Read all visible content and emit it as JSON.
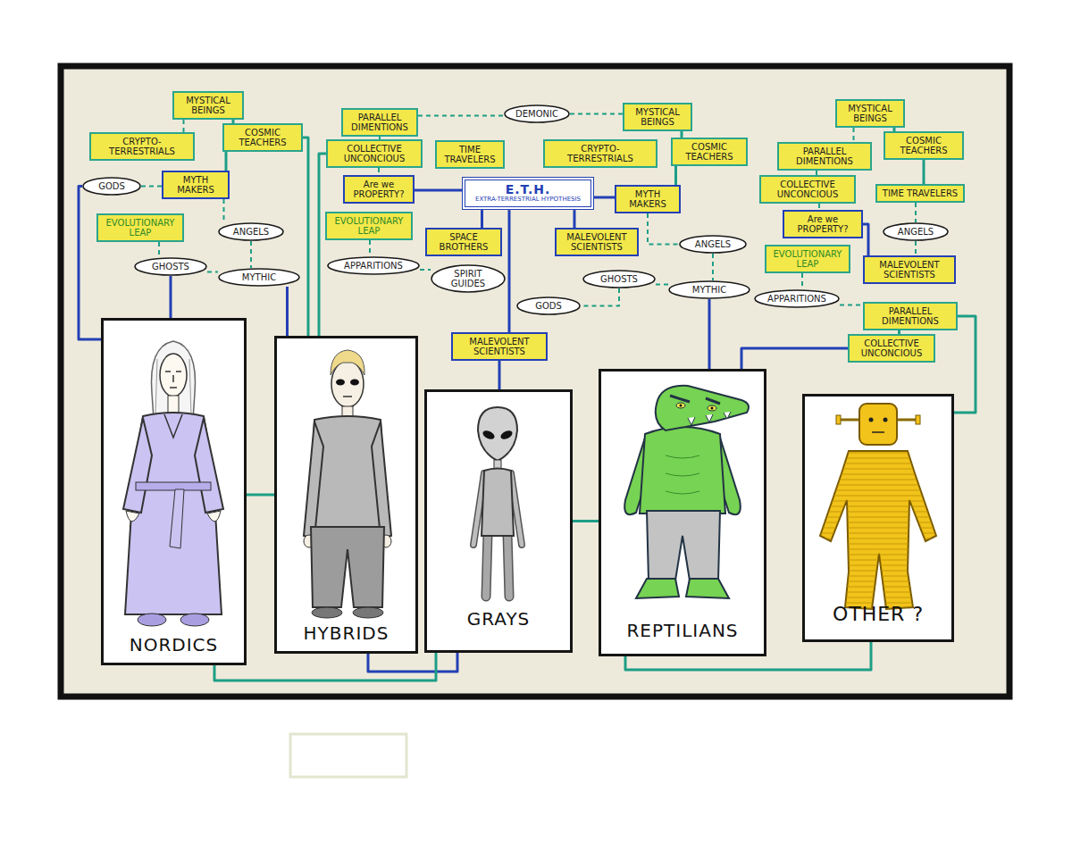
{
  "diagram": {
    "nodes": [
      {
        "text": [
          "MYSTICAL BEINGS"
        ]
      },
      {
        "text": [
          "CRYPTO-TERRESTRIALS"
        ]
      },
      {
        "text": [
          "COSMIC TEACHERS"
        ]
      },
      {
        "text": [
          "GODS"
        ]
      },
      {
        "text": [
          "MYTH MAKERS"
        ]
      },
      {
        "text": [
          "EVOLUTIONARY LEAP"
        ]
      },
      {
        "text": [
          "ANGELS"
        ]
      },
      {
        "text": [
          "GHOSTS"
        ]
      },
      {
        "text": [
          "MYTHIC"
        ]
      },
      {
        "text": [
          "PARALLEL DIMENTIONS"
        ]
      },
      {
        "text": [
          "DEMONIC"
        ]
      },
      {
        "text": [
          "MYSTICAL BEINGS"
        ]
      },
      {
        "text": [
          "COLLECTIVE UNCONCIOUS"
        ]
      },
      {
        "text": [
          "TIME TRAVELERS"
        ]
      },
      {
        "text": [
          "CRYPTO-TERRESTRIALS"
        ]
      },
      {
        "text": [
          "COSMIC TEACHERS"
        ]
      },
      {
        "text": [
          "Are we PROPERTY?"
        ]
      },
      {
        "text": [
          "E.T.H.",
          "EXTRA-TERRESTRIAL HYPOTHESIS"
        ]
      },
      {
        "text": [
          "MYTH MAKERS"
        ]
      },
      {
        "text": [
          "EVOLUTIONARY LEAP"
        ]
      },
      {
        "text": [
          "SPACE BROTHERS"
        ]
      },
      {
        "text": [
          "MALEVOLENT SCIENTISTS"
        ]
      },
      {
        "text": [
          "ANGELS"
        ]
      },
      {
        "text": [
          "APPARITIONS"
        ]
      },
      {
        "text": [
          "SPIRIT GUIDES"
        ]
      },
      {
        "text": [
          "GHOSTS"
        ]
      },
      {
        "text": [
          "MYTHIC"
        ]
      },
      {
        "text": [
          "GODS"
        ]
      },
      {
        "text": [
          "MALEVOLENT SCIENTISTS"
        ]
      },
      {
        "text": [
          "MYSTICAL BEINGS"
        ]
      },
      {
        "text": [
          "COSMIC TEACHERS"
        ]
      },
      {
        "text": [
          "PARALLEL DIMENTIONS"
        ]
      },
      {
        "text": [
          "COLLECTIVE UNCONCIOUS"
        ]
      },
      {
        "text": [
          "TIME TRAVELERS"
        ]
      },
      {
        "text": [
          "Are we PROPERTY?"
        ]
      },
      {
        "text": [
          "ANGELS"
        ]
      },
      {
        "text": [
          "EVOLUTIONARY LEAP"
        ]
      },
      {
        "text": [
          "MALEVOLENT SCIENTISTS"
        ]
      },
      {
        "text": [
          "APPARITIONS"
        ]
      },
      {
        "text": [
          "PARALLEL DIMENTIONS"
        ]
      },
      {
        "text": [
          "COLLECTIVE UNCONCIOUS"
        ]
      },
      {
        "text": [
          "NORDICS"
        ]
      },
      {
        "text": [
          "HYBRIDS"
        ]
      },
      {
        "text": [
          "GRAYS"
        ]
      },
      {
        "text": [
          "REPTILIANS"
        ]
      },
      {
        "text": [
          "OTHER ?"
        ]
      }
    ],
    "edges": [
      {
        "from": 0,
        "to": 1,
        "arrow": "none"
      },
      {
        "from": 0,
        "to": 2,
        "arrow": "none"
      },
      {
        "from": 3,
        "to": 4,
        "arrow": "none"
      },
      {
        "from": 4,
        "to": 2,
        "arrow": "none"
      },
      {
        "from": 4,
        "to": 6,
        "arrow": "none"
      },
      {
        "from": 5,
        "to": 7,
        "arrow": "none"
      },
      {
        "from": 7,
        "to": 8,
        "arrow": "none"
      },
      {
        "from": 6,
        "to": 8,
        "arrow": "none"
      },
      {
        "from": 3,
        "to": 41,
        "arrow": "none"
      },
      {
        "from": 7,
        "to": 41,
        "arrow": "none"
      },
      {
        "from": 2,
        "to": 42,
        "arrow": "none"
      },
      {
        "from": 8,
        "to": 42,
        "arrow": "none"
      },
      {
        "from": 9,
        "to": 12,
        "arrow": "none"
      },
      {
        "from": 9,
        "to": 10,
        "arrow": "none"
      },
      {
        "from": 10,
        "to": 11,
        "arrow": "none"
      },
      {
        "from": 11,
        "to": 15,
        "arrow": "none"
      },
      {
        "from": 12,
        "to": 16,
        "arrow": "none"
      },
      {
        "from": 16,
        "to": 17,
        "arrow": "none"
      },
      {
        "from": 17,
        "to": 20,
        "arrow": "none"
      },
      {
        "from": 17,
        "to": 21,
        "arrow": "none"
      },
      {
        "from": 17,
        "to": 18,
        "arrow": "none"
      },
      {
        "from": 17,
        "to": 28,
        "arrow": "none"
      },
      {
        "from": 18,
        "to": 15,
        "arrow": "none"
      },
      {
        "from": 18,
        "to": 22,
        "arrow": "none"
      },
      {
        "from": 22,
        "to": 26,
        "arrow": "none"
      },
      {
        "from": 25,
        "to": 26,
        "arrow": "none"
      },
      {
        "from": 19,
        "to": 23,
        "arrow": "none"
      },
      {
        "from": 23,
        "to": 24,
        "arrow": "none"
      },
      {
        "from": 25,
        "to": 27,
        "arrow": "none"
      },
      {
        "from": 28,
        "to": 43,
        "arrow": "none"
      },
      {
        "from": 12,
        "to": 42,
        "arrow": "none"
      },
      {
        "from": 26,
        "to": 44,
        "arrow": "none"
      },
      {
        "from": 29,
        "to": 30,
        "arrow": "none"
      },
      {
        "from": 29,
        "to": 31,
        "arrow": "none"
      },
      {
        "from": 31,
        "to": 32,
        "arrow": "none"
      },
      {
        "from": 30,
        "to": 33,
        "arrow": "none"
      },
      {
        "from": 32,
        "to": 34,
        "arrow": "none"
      },
      {
        "from": 34,
        "to": 37,
        "arrow": "none"
      },
      {
        "from": 33,
        "to": 35,
        "arrow": "none"
      },
      {
        "from": 35,
        "to": 37,
        "arrow": "none"
      },
      {
        "from": 36,
        "to": 38,
        "arrow": "none"
      },
      {
        "from": 38,
        "to": 39,
        "arrow": "none"
      },
      {
        "from": 39,
        "to": 40,
        "arrow": "none"
      },
      {
        "from": 40,
        "to": 44,
        "arrow": "none"
      },
      {
        "from": 39,
        "to": 45,
        "arrow": "none"
      },
      {
        "from": 41,
        "to": 42,
        "arrow": "none"
      },
      {
        "from": 42,
        "to": 43,
        "arrow": "none"
      },
      {
        "from": 43,
        "to": 44,
        "arrow": "none"
      },
      {
        "from": 44,
        "to": 45,
        "arrow": "none"
      },
      {
        "from": 41,
        "to": 43,
        "arrow": "none"
      }
    ]
  }
}
